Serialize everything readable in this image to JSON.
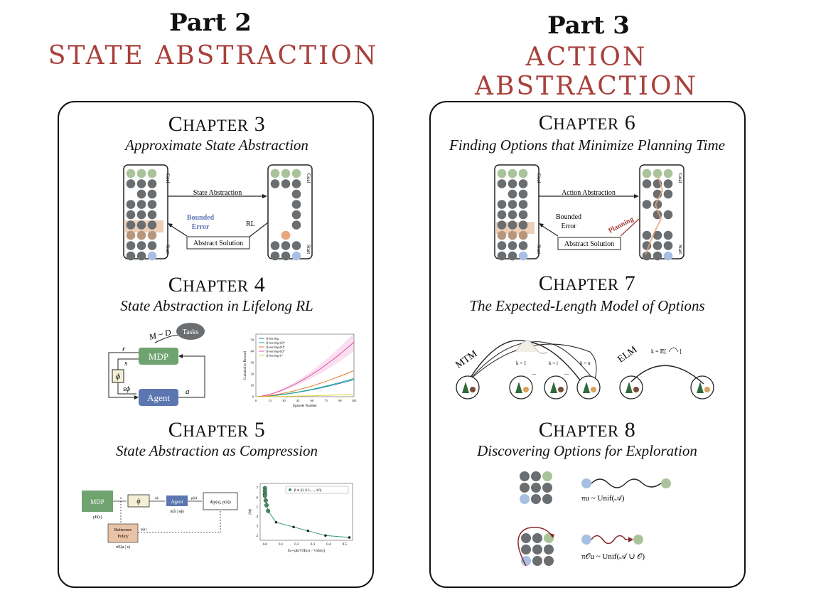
{
  "colors": {
    "accent_red": "#a8403a",
    "node_gray": "#6b6e70",
    "node_green": "#a9c49a",
    "node_blue": "#a7bfe2",
    "node_orange": "#e9a57d",
    "mdp_green": "#6fa36f",
    "agent_blue": "#5b76b0",
    "bounded_blue": "#6276b5"
  },
  "part2": {
    "title": "Part 2",
    "subtitle": "STATE ABSTRACTION",
    "ch3": {
      "head_big": "C",
      "head_small": "HAPTER",
      "head_num": "3",
      "subtitle": "Approximate State Abstraction",
      "fig": {
        "state_abstraction": "State Abstraction",
        "bounded": "Bounded",
        "error": "Error",
        "rl": "RL",
        "abstract_solution": "Abstract Solution",
        "goal": "Goal",
        "start": "Start"
      }
    },
    "ch4": {
      "head_big": "C",
      "head_small": "HAPTER",
      "head_num": "4",
      "subtitle": "State Abstraction in Lifelong RL",
      "fig": {
        "md": "M ~ D",
        "tasks": "Tasks",
        "mdp": "MDP",
        "agent": "Agent",
        "phi": "ϕ",
        "r": "r",
        "s": "s",
        "s_phi": "sϕ",
        "a": "a"
      },
      "plot": {
        "legend": [
          "Q-learning",
          "Q-learning-ϕQ*",
          "Q-learning-ϕQ*",
          "Q-learning-ϕQ*",
          "Q-learning-ϕ*"
        ],
        "ylabel": "Cumulative Reward",
        "xlabel": "Episode Number",
        "xticks": [
          "0",
          "15",
          "30",
          "45",
          "60",
          "75",
          "90",
          "105"
        ],
        "yticks": [
          "0",
          "10",
          "20",
          "30",
          "40",
          "50"
        ]
      }
    },
    "ch5": {
      "head_big": "C",
      "head_small": "HAPTER",
      "head_num": "5",
      "subtitle": "State Abstraction as Compression",
      "fig": {
        "mdp": "MDP",
        "rho": "ρE(s)",
        "phi": "ϕ",
        "agent": "Agent",
        "pi": "π(â | sϕ)",
        "ref_policy_1": "Reference",
        "ref_policy_2": "Policy",
        "pi_e": "πE(a | s)",
        "d": "d(p(a), p(â))",
        "s": "s",
        "s_phi": "sϕ",
        "p_hat": "p(â)",
        "p_a": "p(a)"
      },
      "plot": {
        "legend": "β ∈ [0, 0.2, ..., 4.0]",
        "ylabel": "|Sϕ|",
        "xlabel": "Es∼ρE[Vπ̂E(s) − Vπϕ(s)]",
        "xticks": [
          "0.0",
          "0.1",
          "0.2",
          "0.3",
          "0.4",
          "0.5"
        ],
        "yticks": [
          "2",
          "3",
          "4",
          "5",
          "6",
          "7"
        ]
      }
    }
  },
  "part3": {
    "title": "Part 3",
    "subtitle": "ACTION ABSTRACTION",
    "ch6": {
      "head_big": "C",
      "head_small": "HAPTER",
      "head_num": "6",
      "subtitle": "Finding Options that Minimize Planning Time",
      "fig": {
        "action_abstraction": "Action Abstraction",
        "bounded": "Bounded",
        "error": "Error",
        "planning": "Planning",
        "abstract_solution": "Abstract Solution",
        "goal": "Goal",
        "start": "Start"
      }
    },
    "ch7": {
      "head_big": "C",
      "head_small": "HAPTER",
      "head_num": "7",
      "subtitle": "The Expected-Length Model of Options",
      "fig": {
        "mtm": "MTM",
        "elm": "ELM",
        "k1": "k = 1",
        "ki": "k = i",
        "kn": "k = n",
        "dots": "...",
        "k_expect": "k = 𝔼[",
        "k_expect_end": "]"
      }
    },
    "ch8": {
      "head_big": "C",
      "head_small": "HAPTER",
      "head_num": "8",
      "subtitle": "Discovering Options for Exploration",
      "fig": {
        "pi_u": "πu ~ Unif(𝒜)",
        "pi_uo": "π𝒪u ~ Unif(𝒜 ∪ 𝒪)"
      }
    }
  }
}
